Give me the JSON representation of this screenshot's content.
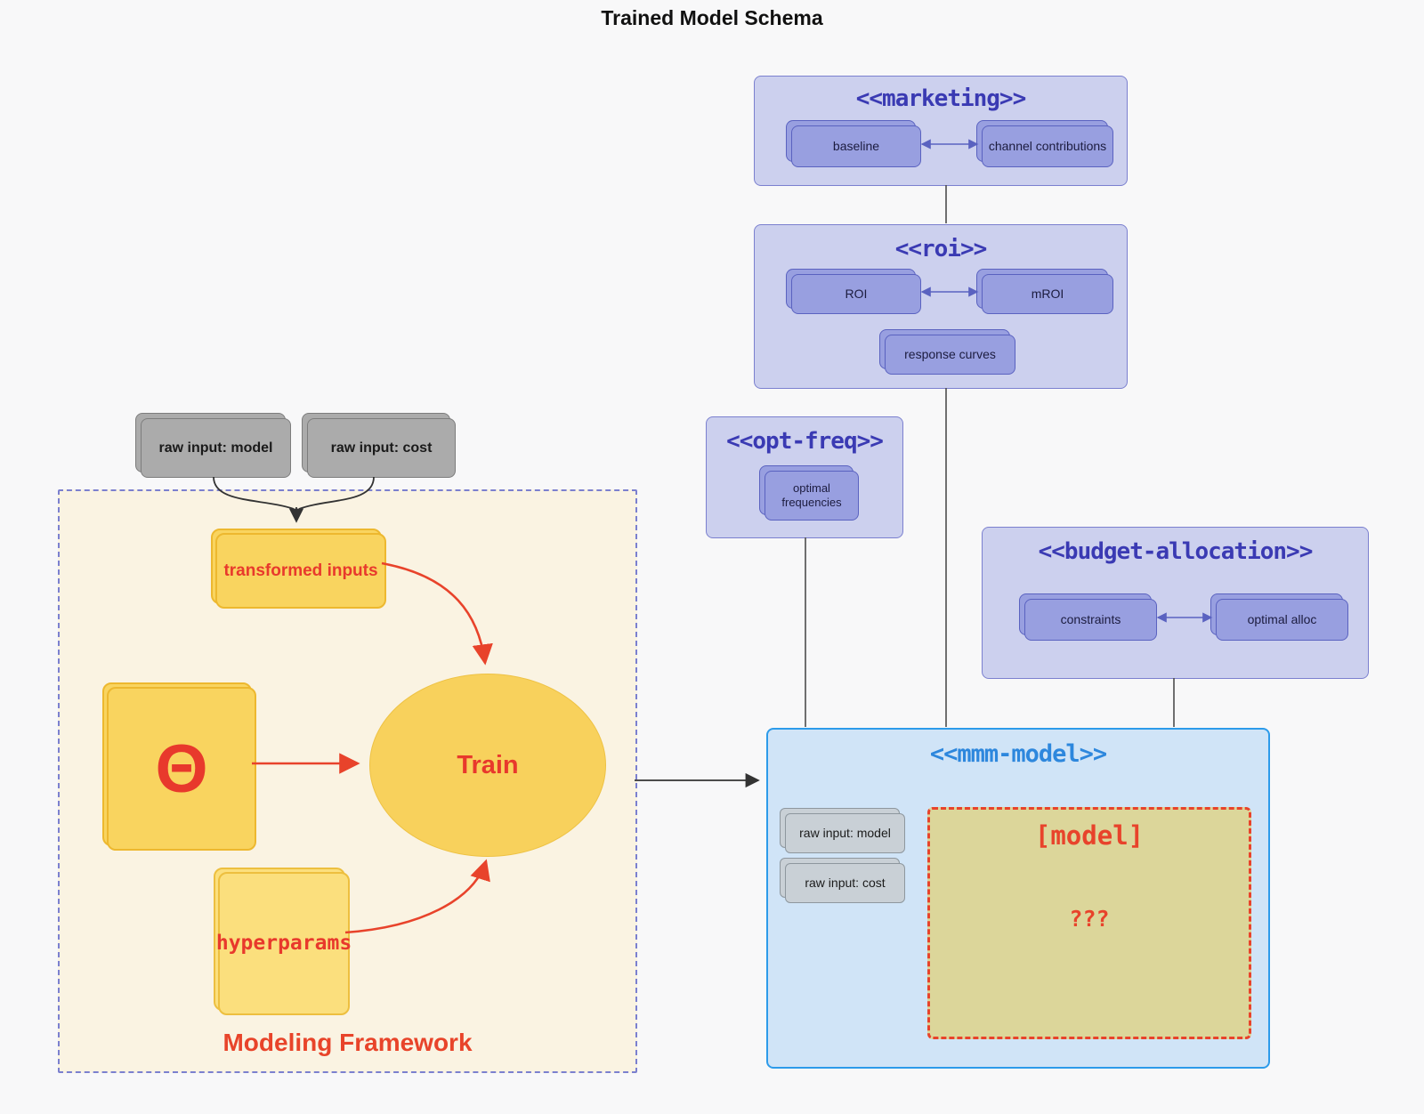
{
  "title": "Trained Model Schema",
  "top_inputs": {
    "model": "raw input: model",
    "cost": "raw input: cost"
  },
  "marketing": {
    "title": "<<marketing>>",
    "baseline": "baseline",
    "channel_contributions": "channel contributions"
  },
  "roi": {
    "title": "<<roi>>",
    "roi": "ROI",
    "mroi": "mROI",
    "response_curves": "response curves"
  },
  "opt_freq": {
    "title": "<<opt-freq>>",
    "optimal_frequencies": "optimal frequencies"
  },
  "budget_allocation": {
    "title": "<<budget-allocation>>",
    "constraints": "constraints",
    "optimal_alloc": "optimal alloc"
  },
  "mmm_model": {
    "title": "<<mmm-model>>",
    "raw_input_model": "raw input: model",
    "raw_input_cost": "raw input: cost",
    "model_box": "[model]",
    "unknown": "???"
  },
  "framework": {
    "label": "Modeling Framework",
    "transformed_inputs": "transformed inputs",
    "theta": "Θ",
    "train": "Train",
    "hyperparams": "hyperparams"
  },
  "colors": {
    "background": "#f8f8f9",
    "purple_group_fill": "#ccd0ee",
    "purple_node_fill": "#989fe0",
    "purple_border": "#5a62c0",
    "purple_title": "#3a3ab3",
    "blue_fill": "#d0e4f7",
    "blue_border": "#2d9bea",
    "blue_title": "#2d87dd",
    "gold_fill": "#f9d45f",
    "cream_fill": "#faf3e2",
    "khaki_fill": "#dcd69a",
    "gray_node_fill": "#ababab",
    "red_accent": "#e8432b",
    "black_arrow": "#333333"
  }
}
